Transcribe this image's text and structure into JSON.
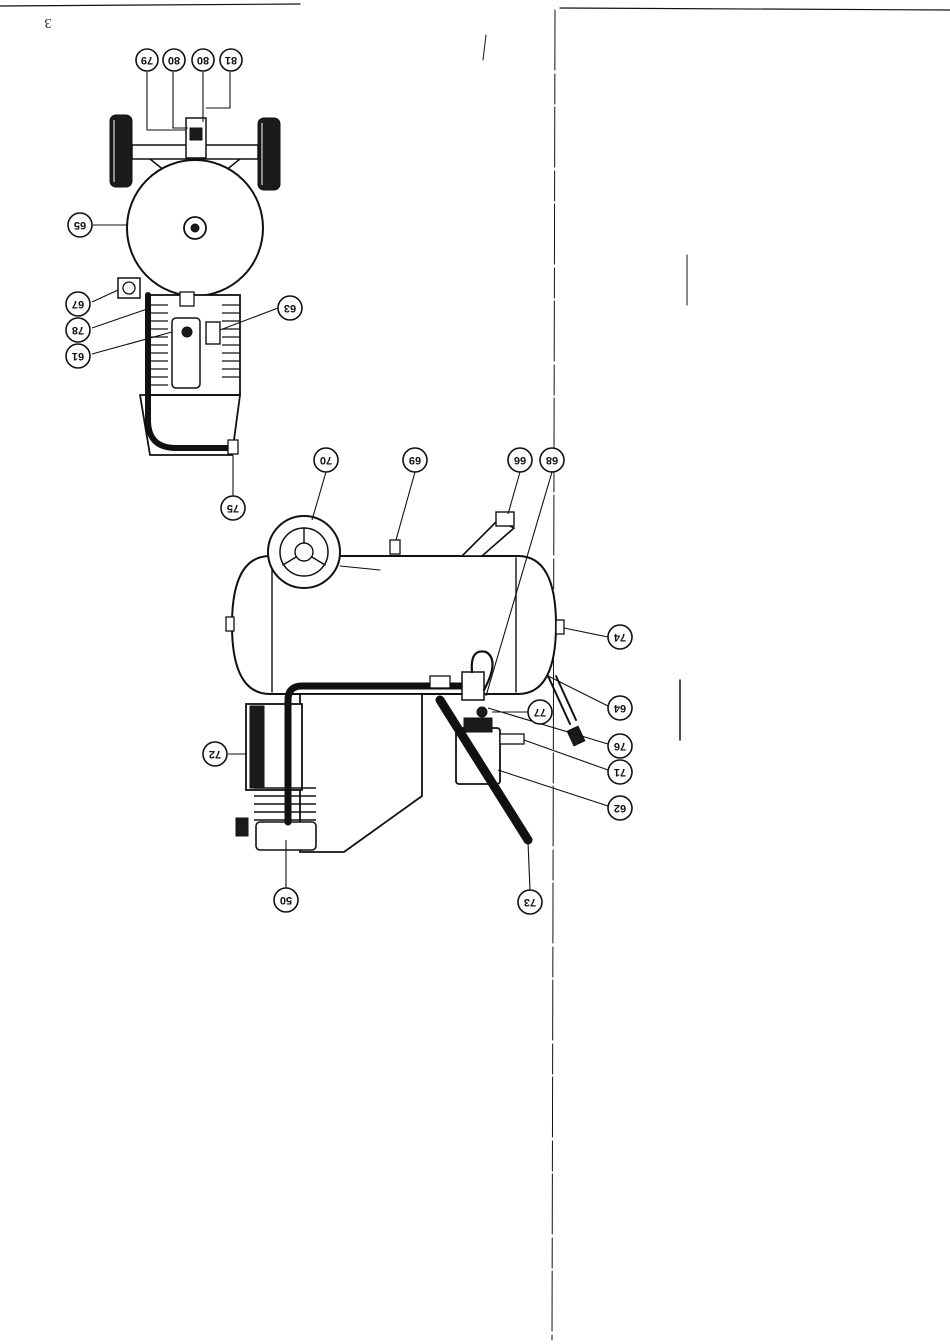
{
  "page": {
    "page_number": "3"
  },
  "callouts": [
    {
      "id": "79",
      "label": "79"
    },
    {
      "id": "80a",
      "label": "80"
    },
    {
      "id": "80b",
      "label": "80"
    },
    {
      "id": "81",
      "label": "81"
    },
    {
      "id": "65",
      "label": "65"
    },
    {
      "id": "67",
      "label": "67"
    },
    {
      "id": "78",
      "label": "78"
    },
    {
      "id": "61",
      "label": "61"
    },
    {
      "id": "63",
      "label": "63"
    },
    {
      "id": "75",
      "label": "75"
    },
    {
      "id": "70",
      "label": "70"
    },
    {
      "id": "69",
      "label": "69"
    },
    {
      "id": "66",
      "label": "66"
    },
    {
      "id": "68",
      "label": "68"
    },
    {
      "id": "74",
      "label": "74"
    },
    {
      "id": "64",
      "label": "64"
    },
    {
      "id": "77",
      "label": "77"
    },
    {
      "id": "76",
      "label": "76"
    },
    {
      "id": "71",
      "label": "71"
    },
    {
      "id": "62",
      "label": "62"
    },
    {
      "id": "72",
      "label": "72"
    },
    {
      "id": "50",
      "label": "50"
    },
    {
      "id": "73",
      "label": "73"
    }
  ]
}
